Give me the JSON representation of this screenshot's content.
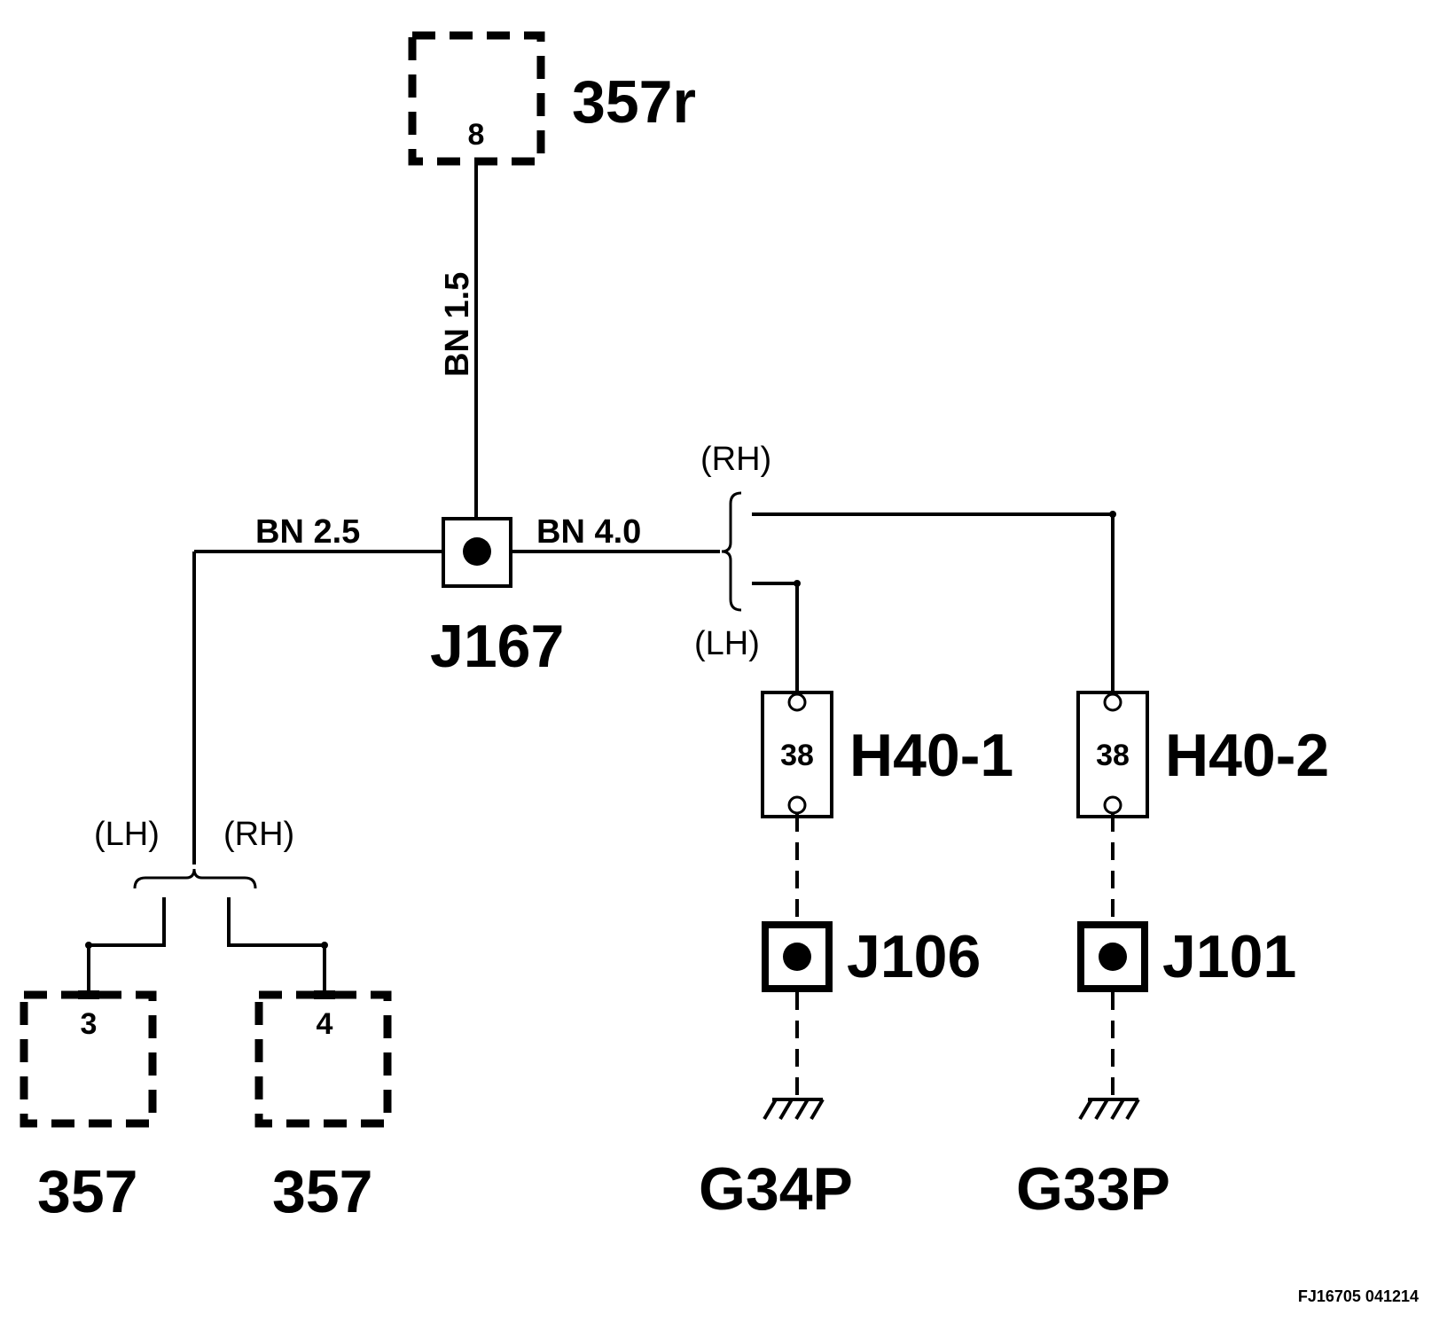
{
  "top_connector": {
    "name": "357r",
    "pin": "8"
  },
  "wire_vertical": {
    "label": "BN  1.5"
  },
  "splice_main": {
    "name": "J167"
  },
  "wire_left": {
    "label": "BN 2.5"
  },
  "wire_right": {
    "label": "BN  4.0"
  },
  "left_branch": {
    "lh_label": "(LH)",
    "rh_label": "(RH)"
  },
  "right_branch": {
    "rh_label": "(RH)",
    "lh_label": "(LH)"
  },
  "bottom_connectors": [
    {
      "name": "357",
      "pin": "3"
    },
    {
      "name": "357",
      "pin": "4"
    }
  ],
  "inline_connectors": [
    {
      "name": "H40-1",
      "pin": "38"
    },
    {
      "name": "H40-2",
      "pin": "38"
    }
  ],
  "splices": [
    {
      "name": "J106"
    },
    {
      "name": "J101"
    }
  ],
  "grounds": [
    {
      "name": "G34P"
    },
    {
      "name": "G33P"
    }
  ],
  "footer": {
    "figure_id": "FJ16705 041214"
  }
}
